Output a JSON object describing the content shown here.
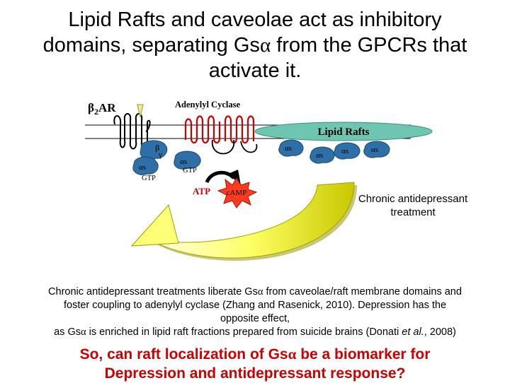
{
  "title": {
    "line1": "Lipid Rafts and caveolae act as inhibitory",
    "line2_pre": "domains, separating Gs",
    "line2_symbol": "α",
    "line2_post": " from the GPCRs that",
    "line3": "activate it."
  },
  "diagram": {
    "b2ar_label": "β",
    "b2ar_sub": "2",
    "b2ar_suffix": "AR",
    "adenylyl_cyclase_label": "Adenylyl Cyclase",
    "lipid_rafts_label": "Lipid Rafts",
    "beta_label": "β",
    "gamma_label": "γ",
    "alpha_s_label": "αs",
    "gtp_label": "GTP",
    "atp_label": "ATP",
    "camp_label": "cAMP",
    "chronic_line1": "Chronic antidepressant",
    "chronic_line2": "treatment",
    "colors": {
      "membrane": "#000000",
      "receptor": "#000000",
      "cyclase": "#cc0000",
      "raft": "#6ec6b0",
      "g_protein": "#2e6fa8",
      "arrow_fill": "#ffff66",
      "arrow_shadow": "#b8b800",
      "camp_star": "#ff3b1f",
      "ligand": "#eeee99"
    }
  },
  "caption": {
    "l1_pre": "Chronic antidepressant treatments liberate Gs",
    "l1_sym": "α",
    "l1_post": " from caveolae/raft membrane domains and",
    "l2": "foster coupling to adenylyl cyclase (Zhang and Rasenick, 2010).  Depression has the",
    "l3": "opposite effect,",
    "l4_pre": "as Gs",
    "l4_sym": "α",
    "l4_mid": " is enriched in lipid raft fractions prepared from suicide brains (Donati ",
    "l4_em": "et al.",
    "l4_post": ", 2008)"
  },
  "question": {
    "l1_pre": "So, can raft localization of Gs",
    "l1_sym": "α",
    "l1_post": " be a biomarker for",
    "l2": "Depression and antidepressant response?"
  }
}
